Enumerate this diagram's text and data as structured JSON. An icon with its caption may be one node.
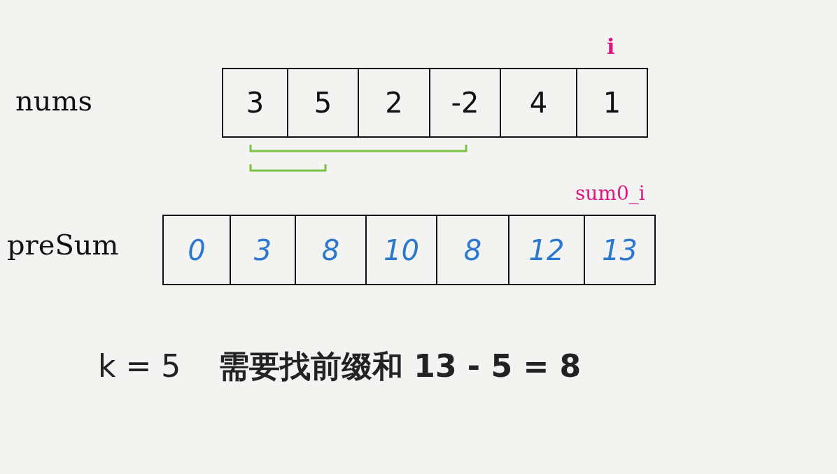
{
  "diagram": {
    "nodes": [
      {
        "text": [
          "3"
        ]
      },
      {
        "text": [
          "5"
        ]
      },
      {
        "text": [
          "2"
        ]
      },
      {
        "text": [
          "-2"
        ]
      },
      {
        "text": [
          "4"
        ]
      },
      {
        "text": [
          "1"
        ]
      },
      {
        "text": [
          "0"
        ]
      },
      {
        "text": [
          "3"
        ]
      },
      {
        "text": [
          "8"
        ]
      },
      {
        "text": [
          "10"
        ]
      },
      {
        "text": [
          "8"
        ]
      },
      {
        "text": [
          "12"
        ]
      },
      {
        "text": [
          "13"
        ]
      }
    ],
    "labels": [
      "i",
      "nums",
      "sum0_i",
      "preSum",
      "k = 5",
      "需要找前缀和 13 - 5 = 8"
    ]
  }
}
